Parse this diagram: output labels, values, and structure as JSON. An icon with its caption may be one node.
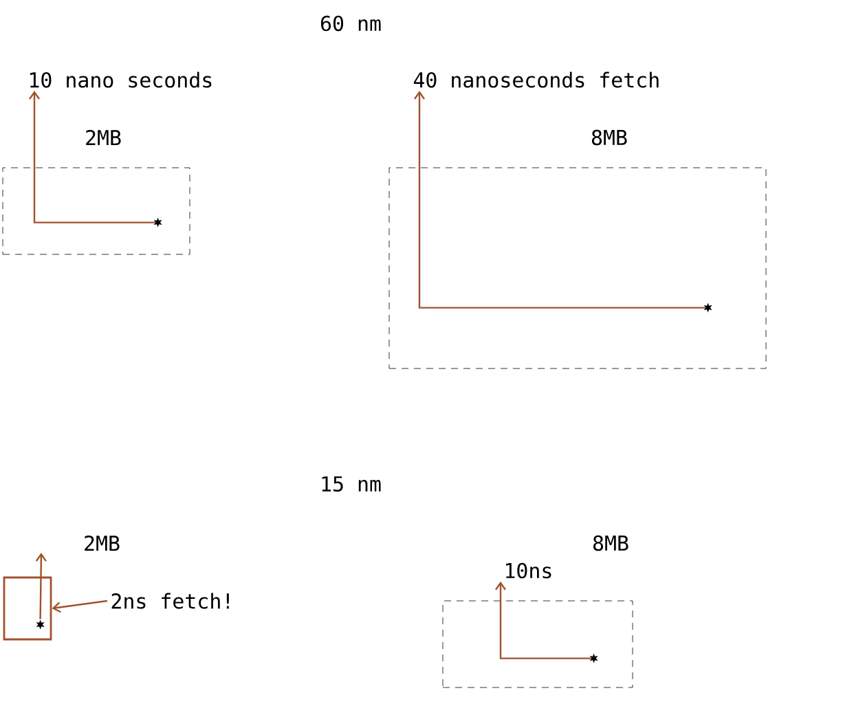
{
  "diagram": {
    "nodes": [
      {
        "text": [
          "10 nano seconds"
        ]
      },
      {
        "text": [
          "2MB"
        ]
      },
      {
        "text": [],
        "shape": "star",
        "in": 1
      },
      {
        "text": [
          "40 nanoseconds fetch"
        ]
      },
      {
        "text": [
          "8MB"
        ]
      },
      {
        "text": [],
        "shape": "star",
        "in": 4
      },
      {
        "text": [
          "2MB"
        ]
      },
      {
        "text": [],
        "shape": "star",
        "in": 6
      },
      {
        "text": [
          "2ns fetch!"
        ]
      },
      {
        "text": [
          "10ns"
        ]
      },
      {
        "text": [
          "8MB"
        ]
      },
      {
        "text": [],
        "shape": "star",
        "in": 10
      }
    ],
    "edges": [
      {
        "from": 2,
        "to": 0,
        "arrow": "to"
      },
      {
        "from": 5,
        "to": 3,
        "arrow": "to"
      },
      {
        "from": 7,
        "to": null,
        "arrow": "to"
      },
      {
        "from": 8,
        "to": 6,
        "arrow": "to"
      },
      {
        "from": 11,
        "to": 9,
        "arrow": "to"
      }
    ],
    "labels": [
      "60 nm",
      "15 nm"
    ]
  }
}
